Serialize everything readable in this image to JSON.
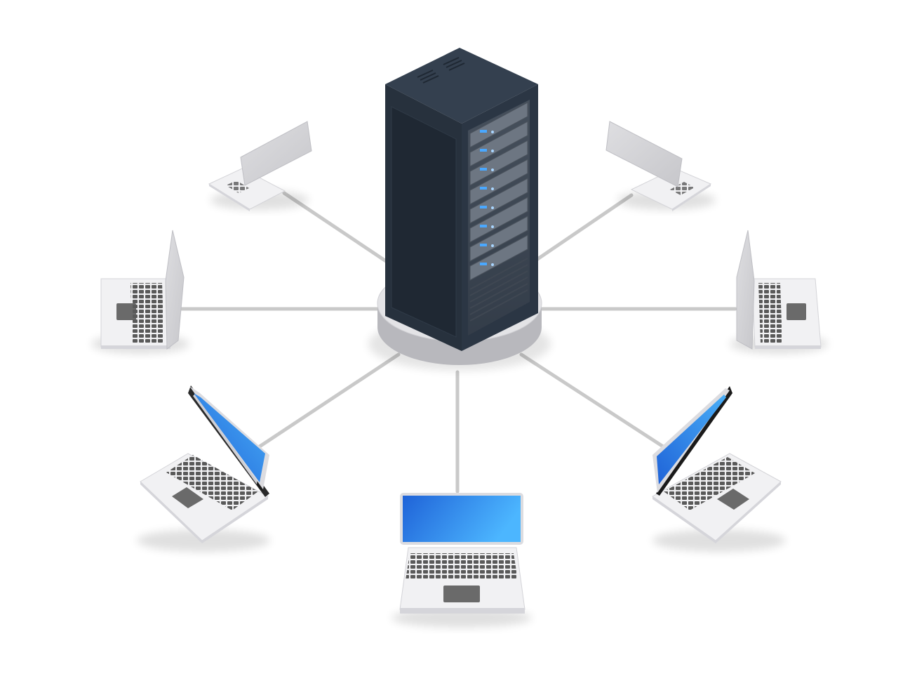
{
  "diagram": {
    "topology": "star",
    "hub": {
      "kind": "server-rack",
      "icon": "server-rack-icon",
      "rack_units": 8
    },
    "nodes": [
      {
        "id": "laptop-back-left",
        "icon": "laptop-icon",
        "screen_visible": false
      },
      {
        "id": "laptop-back-right",
        "icon": "laptop-icon",
        "screen_visible": false
      },
      {
        "id": "laptop-left",
        "icon": "laptop-icon",
        "screen_visible": false
      },
      {
        "id": "laptop-right",
        "icon": "laptop-icon",
        "screen_visible": false
      },
      {
        "id": "laptop-front-left",
        "icon": "laptop-icon",
        "screen_visible": true
      },
      {
        "id": "laptop-front-center",
        "icon": "laptop-icon",
        "screen_visible": true
      },
      {
        "id": "laptop-front-right",
        "icon": "laptop-icon",
        "screen_visible": true
      }
    ],
    "colors": {
      "background": "#ffffff",
      "connection_line": "#c9c9c9",
      "rack_front": "#2b3644",
      "rack_side": "#1f2833",
      "rack_top": "#34404f",
      "platform_top": "#e3e3e6",
      "platform_side": "#b8b8bd",
      "laptop_body": "#f1f1f3",
      "laptop_edge": "#d7d7db",
      "screen_blue_dark": "#1f63d8",
      "screen_blue_light": "#4cb6ff",
      "key": "#585858"
    }
  }
}
